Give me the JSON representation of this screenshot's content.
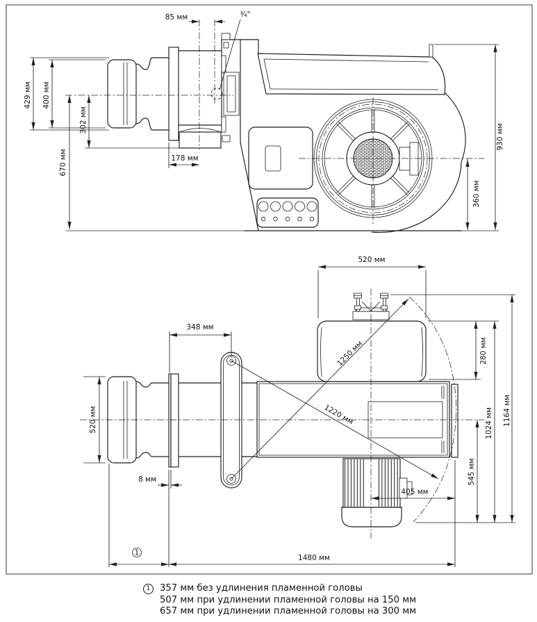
{
  "colors": {
    "line": "#1a1a1a",
    "text": "#111111",
    "background": "#ffffff"
  },
  "side_view": {
    "d85": "85 мм",
    "d34": "¾\"",
    "d429": "429 мм",
    "d400": "400 мм",
    "d670": "670 мм",
    "d302": "302 мм",
    "d178": "178 мм",
    "d930": "930 мм",
    "d360": "360 мм"
  },
  "plan_view": {
    "d520_top": "520 мм",
    "d348": "348 мм",
    "d1250": "1250 мм",
    "d1220": "1220 мм",
    "d280": "280 мм",
    "d1164": "1164 мм",
    "d1024": "1024 мм",
    "d545": "545 мм",
    "d520_left": "520 мм",
    "d8": "8 мм",
    "d405": "405 мм",
    "d1480": "1480 мм",
    "ref": "1"
  },
  "footnote": {
    "ref": "1",
    "line1": "357 мм без удлинения пламенной головы",
    "line2": "507 мм при удлинении пламенной головы на 150 мм",
    "line3": "657 мм при удлинении пламенной головы на 300 мм"
  }
}
